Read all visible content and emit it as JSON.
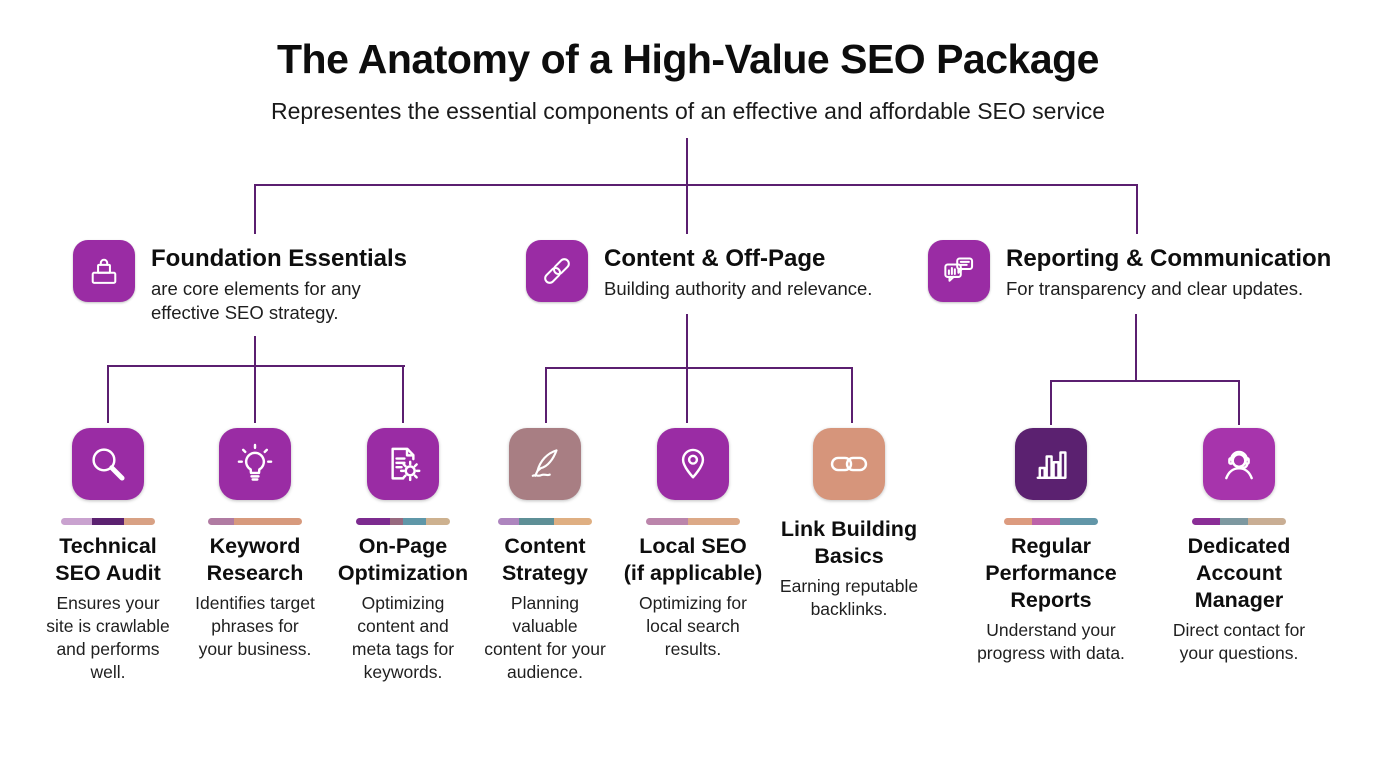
{
  "title": "The Anatomy of a High-Value SEO Package",
  "subtitle": "Representes the essential components of an effective and affordable SEO service",
  "colors": {
    "connector": "#5B1F70",
    "background": "#FFFFFF",
    "primary_purple": "#9A2CA4",
    "dark_purple": "#5B2170",
    "rose": "#A87E83",
    "salmon": "#D6957B"
  },
  "branches": [
    {
      "label": "Foundation Essentials",
      "description": "are core elements for any\neffective SEO strategy.",
      "icon": "foundation-blocks-icon",
      "icon_bg": "#9A2CA4",
      "children": [
        {
          "title": "Technical\nSEO Audit",
          "description": "Ensures your\nsite is crawlable\nand performs\nwell.",
          "icon": "magnifier-icon",
          "icon_bg": "#9A2CA4",
          "palette_bar": [
            {
              "color": "#C9A2CF",
              "grow": 33
            },
            {
              "color": "#5B2170",
              "grow": 34
            },
            {
              "color": "#D8A184",
              "grow": 33
            }
          ]
        },
        {
          "title": "Keyword\nResearch",
          "description": "Identifies target\nphrases for\nyour business.",
          "icon": "lightbulb-icon",
          "icon_bg": "#9A2CA4",
          "palette_bar": [
            {
              "color": "#B07BA2",
              "grow": 28
            },
            {
              "color": "#D79A7D",
              "grow": 72
            }
          ]
        },
        {
          "title": "On-Page\nOptimization",
          "description": "Optimizing\ncontent and\nmeta tags for\nkeywords.",
          "icon": "document-gear-icon",
          "icon_bg": "#9A2CA4",
          "palette_bar": [
            {
              "color": "#7C2B8F",
              "grow": 36
            },
            {
              "color": "#97697F",
              "grow": 14
            },
            {
              "color": "#5F97A8",
              "grow": 24
            },
            {
              "color": "#CDB18F",
              "grow": 26
            }
          ]
        }
      ]
    },
    {
      "label": "Content & Off-Page",
      "description": "Building authority and relevance.",
      "icon": "chain-link-icon",
      "icon_bg": "#9A2CA4",
      "children": [
        {
          "title": "Content\nStrategy",
          "description": "Planning\nvaluable\ncontent for your\naudience.",
          "icon": "quill-icon",
          "icon_bg": "#A87E83",
          "palette_bar": [
            {
              "color": "#AD85BE",
              "grow": 22
            },
            {
              "color": "#5E8F96",
              "grow": 38
            },
            {
              "color": "#DFAF82",
              "grow": 40
            }
          ]
        },
        {
          "title": "Local SEO\n(if applicable)",
          "description": "Optimizing for\nlocal search\nresults.",
          "icon": "map-pin-icon",
          "icon_bg": "#9A2CA4",
          "palette_bar": [
            {
              "color": "#BB85AB",
              "grow": 45
            },
            {
              "color": "#DCA987",
              "grow": 55
            }
          ]
        },
        {
          "title": "Link Building\nBasics",
          "description": "Earning reputable\nbacklinks.",
          "icon": "chain-horizontal-icon",
          "icon_bg": "#D6957B",
          "palette_bar": []
        }
      ]
    },
    {
      "label": "Reporting & Communication",
      "description": "For transparency and clear updates.",
      "icon": "chat-report-icon",
      "icon_bg": "#9A2CA4",
      "children": [
        {
          "title": "Regular\nPerformance\nReports",
          "description": "Understand your\nprogress with data.",
          "icon": "bar-chart-icon",
          "icon_bg": "#5B2170",
          "palette_bar": [
            {
              "color": "#DC9B7F",
              "grow": 30
            },
            {
              "color": "#BD62A8",
              "grow": 30
            },
            {
              "color": "#6296A8",
              "grow": 40
            }
          ]
        },
        {
          "title": "Dedicated\nAccount\nManager",
          "description": "Direct contact for\nyour questions.",
          "icon": "headset-person-icon",
          "icon_bg": "#A734AC",
          "palette_bar": [
            {
              "color": "#8A2E96",
              "grow": 30
            },
            {
              "color": "#7D98A0",
              "grow": 30
            },
            {
              "color": "#C9AE94",
              "grow": 40
            }
          ]
        }
      ]
    }
  ]
}
